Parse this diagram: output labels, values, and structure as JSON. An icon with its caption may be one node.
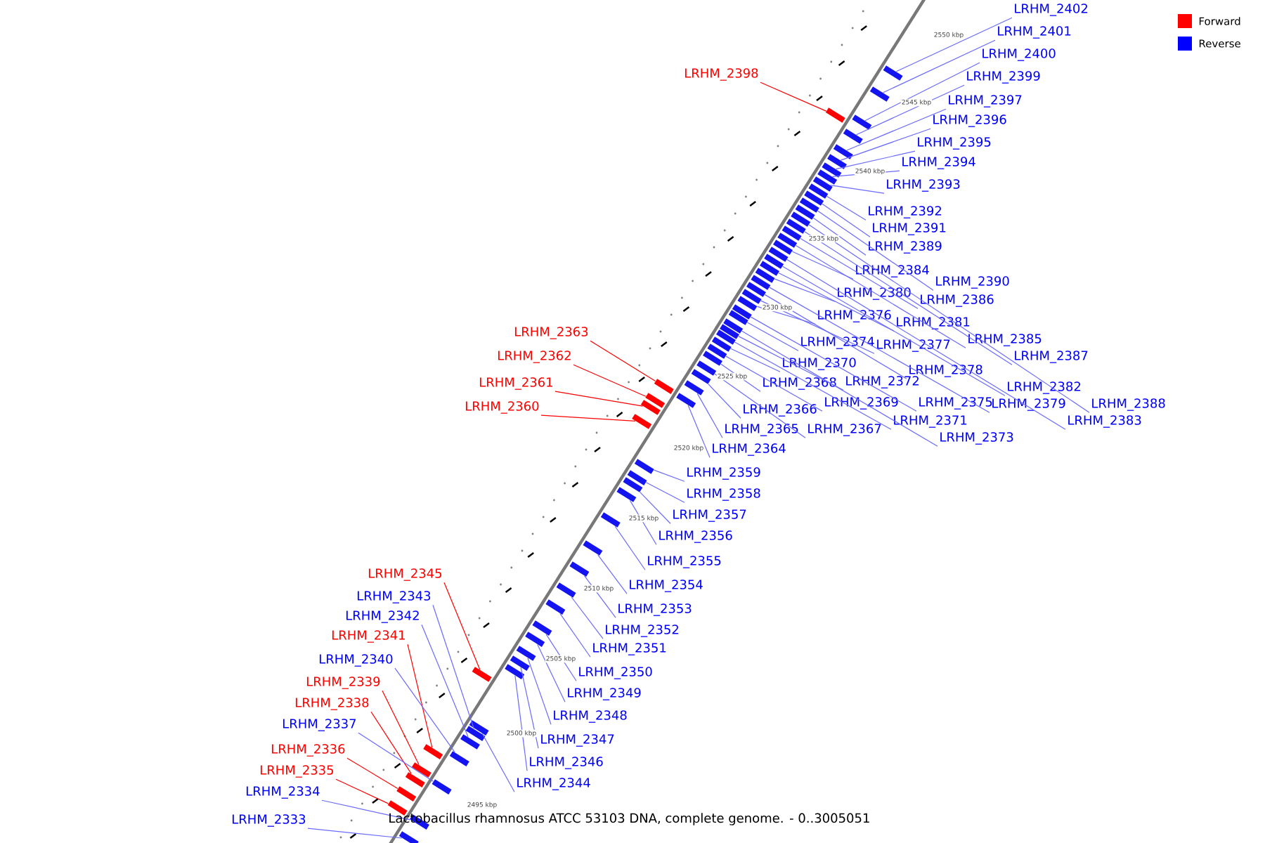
{
  "diagram": {
    "caption": "Lactobacillus rhamnosus ATCC 53103 DNA, complete genome. - 0..3005051",
    "nodes": [
      {
        "text": [
          "LRHM_2402"
        ]
      },
      {
        "text": [
          "LRHM_2401"
        ]
      },
      {
        "text": [
          "LRHM_2400"
        ]
      },
      {
        "text": [
          "LRHM_2398"
        ]
      },
      {
        "text": [
          "LRHM_2399"
        ]
      },
      {
        "text": [
          "LRHM_2397"
        ]
      },
      {
        "text": [
          "LRHM_2396"
        ]
      },
      {
        "text": [
          "LRHM_2395"
        ]
      },
      {
        "text": [
          "LRHM_2394"
        ]
      },
      {
        "text": [
          "LRHM_2393"
        ]
      },
      {
        "text": [
          "LRHM_2392"
        ]
      },
      {
        "text": [
          "LRHM_2391"
        ]
      },
      {
        "text": [
          "LRHM_2389"
        ]
      },
      {
        "text": [
          "LRHM_2384"
        ]
      },
      {
        "text": [
          "LRHM_2390"
        ]
      },
      {
        "text": [
          "LRHM_2380"
        ]
      },
      {
        "text": [
          "LRHM_2386"
        ]
      },
      {
        "text": [
          "LRHM_2376"
        ]
      },
      {
        "text": [
          "LRHM_2381"
        ]
      },
      {
        "text": [
          "LRHM_2363"
        ]
      },
      {
        "text": [
          "LRHM_2385"
        ]
      },
      {
        "text": [
          "LRHM_2374"
        ]
      },
      {
        "text": [
          "LRHM_2377"
        ]
      },
      {
        "text": [
          "LRHM_2362"
        ]
      },
      {
        "text": [
          "LRHM_2387"
        ]
      },
      {
        "text": [
          "LRHM_2370"
        ]
      },
      {
        "text": [
          "LRHM_2378"
        ]
      },
      {
        "text": [
          "LRHM_2368"
        ]
      },
      {
        "text": [
          "LRHM_2372"
        ]
      },
      {
        "text": [
          "LRHM_2361"
        ]
      },
      {
        "text": [
          "LRHM_2382"
        ]
      },
      {
        "text": [
          "LRHM_2366"
        ]
      },
      {
        "text": [
          "LRHM_2369"
        ]
      },
      {
        "text": [
          "LRHM_2375"
        ]
      },
      {
        "text": [
          "LRHM_2379"
        ]
      },
      {
        "text": [
          "LRHM_2388"
        ]
      },
      {
        "text": [
          "LRHM_2360"
        ]
      },
      {
        "text": [
          "LRHM_2371"
        ]
      },
      {
        "text": [
          "LRHM_2383"
        ]
      },
      {
        "text": [
          "LRHM_2365"
        ]
      },
      {
        "text": [
          "LRHM_2367"
        ]
      },
      {
        "text": [
          "LRHM_2373"
        ]
      },
      {
        "text": [
          "LRHM_2364"
        ]
      },
      {
        "text": [
          "LRHM_2359"
        ]
      },
      {
        "text": [
          "LRHM_2358"
        ]
      },
      {
        "text": [
          "LRHM_2357"
        ]
      },
      {
        "text": [
          "LRHM_2356"
        ]
      },
      {
        "text": [
          "LRHM_2355"
        ]
      },
      {
        "text": [
          "LRHM_2345"
        ]
      },
      {
        "text": [
          "LRHM_2354"
        ]
      },
      {
        "text": [
          "LRHM_2343"
        ]
      },
      {
        "text": [
          "LRHM_2353"
        ]
      },
      {
        "text": [
          "LRHM_2342"
        ]
      },
      {
        "text": [
          "LRHM_2352"
        ]
      },
      {
        "text": [
          "LRHM_2341"
        ]
      },
      {
        "text": [
          "LRHM_2351"
        ]
      },
      {
        "text": [
          "LRHM_2340"
        ]
      },
      {
        "text": [
          "LRHM_2350"
        ]
      },
      {
        "text": [
          "LRHM_2339"
        ]
      },
      {
        "text": [
          "LRHM_2349"
        ]
      },
      {
        "text": [
          "LRHM_2338"
        ]
      },
      {
        "text": [
          "LRHM_2348"
        ]
      },
      {
        "text": [
          "LRHM_2337"
        ]
      },
      {
        "text": [
          "LRHM_2347"
        ]
      },
      {
        "text": [
          "LRHM_2336"
        ]
      },
      {
        "text": [
          "LRHM_2346"
        ]
      },
      {
        "text": [
          "LRHM_2335"
        ]
      },
      {
        "text": [
          "LRHM_2344"
        ]
      },
      {
        "text": [
          "LRHM_2334"
        ]
      },
      {
        "text": [
          "LRHM_2333"
        ]
      },
      {
        "text": [],
        "shape": "box"
      },
      {
        "text": [],
        "shape": "box"
      },
      {
        "text": [],
        "shape": "box"
      },
      {
        "text": [],
        "shape": "box"
      },
      {
        "text": [],
        "shape": "box"
      },
      {
        "text": [],
        "shape": "box"
      },
      {
        "text": [],
        "shape": "box"
      },
      {
        "text": [],
        "shape": "box"
      },
      {
        "text": [],
        "shape": "box"
      },
      {
        "text": [],
        "shape": "box"
      },
      {
        "text": [],
        "shape": "box"
      },
      {
        "text": [],
        "shape": "box"
      },
      {
        "text": [],
        "shape": "box"
      },
      {
        "text": [],
        "shape": "box"
      },
      {
        "text": [],
        "shape": "box"
      },
      {
        "text": [],
        "shape": "box"
      },
      {
        "text": [],
        "shape": "box"
      },
      {
        "text": [],
        "shape": "box"
      },
      {
        "text": [],
        "shape": "box"
      },
      {
        "text": [],
        "shape": "box"
      },
      {
        "text": [],
        "shape": "box"
      },
      {
        "text": [],
        "shape": "box"
      },
      {
        "text": [],
        "shape": "box"
      },
      {
        "text": [],
        "shape": "box"
      },
      {
        "text": [],
        "shape": "box"
      },
      {
        "text": [],
        "shape": "box"
      },
      {
        "text": [],
        "shape": "box"
      },
      {
        "text": [],
        "shape": "box"
      },
      {
        "text": [],
        "shape": "box"
      },
      {
        "text": [],
        "shape": "box"
      },
      {
        "text": [],
        "shape": "box"
      },
      {
        "text": [],
        "shape": "box"
      },
      {
        "text": [],
        "shape": "box"
      },
      {
        "text": [],
        "shape": "box"
      },
      {
        "text": [],
        "shape": "box"
      },
      {
        "text": [],
        "shape": "box"
      },
      {
        "text": [],
        "shape": "box"
      },
      {
        "text": [],
        "shape": "box"
      },
      {
        "text": [],
        "shape": "box"
      },
      {
        "text": [],
        "shape": "box"
      },
      {
        "text": [],
        "shape": "box"
      },
      {
        "text": [],
        "shape": "box"
      },
      {
        "text": [],
        "shape": "box"
      },
      {
        "text": [],
        "shape": "box"
      },
      {
        "text": [],
        "shape": "box"
      },
      {
        "text": [],
        "shape": "box"
      },
      {
        "text": [],
        "shape": "box"
      },
      {
        "text": [],
        "shape": "box"
      },
      {
        "text": [],
        "shape": "box"
      },
      {
        "text": [],
        "shape": "box"
      },
      {
        "text": [],
        "shape": "box"
      },
      {
        "text": [],
        "shape": "box"
      },
      {
        "text": [],
        "shape": "box"
      },
      {
        "text": [],
        "shape": "box"
      },
      {
        "text": [],
        "shape": "box"
      },
      {
        "text": [],
        "shape": "box"
      },
      {
        "text": [],
        "shape": "box"
      },
      {
        "text": [],
        "shape": "box"
      },
      {
        "text": [],
        "shape": "box"
      },
      {
        "text": [],
        "shape": "box"
      },
      {
        "text": [],
        "shape": "box"
      },
      {
        "text": [],
        "shape": "box"
      },
      {
        "text": [],
        "shape": "box"
      },
      {
        "text": [],
        "shape": "box"
      },
      {
        "text": [],
        "shape": "box"
      },
      {
        "text": [],
        "shape": "box"
      },
      {
        "text": [],
        "shape": "box"
      },
      {
        "text": [],
        "shape": "box"
      },
      {
        "text": [],
        "shape": "box"
      },
      {
        "text": [],
        "shape": "box"
      }
    ],
    "edges": [
      {
        "from": 0,
        "to": 70,
        "arrow": "none"
      },
      {
        "from": 1,
        "to": 71,
        "arrow": "none"
      },
      {
        "from": 2,
        "to": 72,
        "arrow": "none"
      },
      {
        "from": 3,
        "to": 73,
        "arrow": "none",
        "color": "#ff0000"
      },
      {
        "from": 4,
        "to": 74,
        "arrow": "none"
      },
      {
        "from": 5,
        "to": 75,
        "arrow": "none"
      },
      {
        "from": 6,
        "to": 76,
        "arrow": "none"
      },
      {
        "from": 7,
        "to": 77,
        "arrow": "none"
      },
      {
        "from": 8,
        "to": 78,
        "arrow": "none"
      },
      {
        "from": 9,
        "to": 79,
        "arrow": "none"
      },
      {
        "from": 10,
        "to": 80,
        "arrow": "none"
      },
      {
        "from": 11,
        "to": 81,
        "arrow": "none"
      },
      {
        "from": 12,
        "to": 82,
        "arrow": "none"
      },
      {
        "from": 13,
        "to": 83,
        "arrow": "none"
      },
      {
        "from": 14,
        "to": 84,
        "arrow": "none"
      },
      {
        "from": 15,
        "to": 85,
        "arrow": "none"
      },
      {
        "from": 16,
        "to": 86,
        "arrow": "none"
      },
      {
        "from": 17,
        "to": 87,
        "arrow": "none"
      },
      {
        "from": 18,
        "to": 88,
        "arrow": "none"
      },
      {
        "from": 19,
        "to": 89,
        "arrow": "none",
        "color": "#ff0000"
      },
      {
        "from": 20,
        "to": 90,
        "arrow": "none"
      },
      {
        "from": 21,
        "to": 91,
        "arrow": "none"
      },
      {
        "from": 22,
        "to": 92,
        "arrow": "none"
      },
      {
        "from": 23,
        "to": 93,
        "arrow": "none",
        "color": "#ff0000"
      },
      {
        "from": 24,
        "to": 94,
        "arrow": "none"
      },
      {
        "from": 25,
        "to": 95,
        "arrow": "none"
      },
      {
        "from": 26,
        "to": 96,
        "arrow": "none"
      },
      {
        "from": 27,
        "to": 97,
        "arrow": "none"
      },
      {
        "from": 28,
        "to": 98,
        "arrow": "none"
      },
      {
        "from": 29,
        "to": 99,
        "arrow": "none",
        "color": "#ff0000"
      },
      {
        "from": 30,
        "to": 100,
        "arrow": "none"
      },
      {
        "from": 31,
        "to": 101,
        "arrow": "none"
      },
      {
        "from": 32,
        "to": 102,
        "arrow": "none"
      },
      {
        "from": 33,
        "to": 103,
        "arrow": "none"
      },
      {
        "from": 34,
        "to": 104,
        "arrow": "none"
      },
      {
        "from": 35,
        "to": 105,
        "arrow": "none"
      },
      {
        "from": 36,
        "to": 106,
        "arrow": "none",
        "color": "#ff0000"
      },
      {
        "from": 37,
        "to": 107,
        "arrow": "none"
      },
      {
        "from": 38,
        "to": 108,
        "arrow": "none"
      },
      {
        "from": 39,
        "to": 109,
        "arrow": "none"
      },
      {
        "from": 40,
        "to": 110,
        "arrow": "none"
      },
      {
        "from": 41,
        "to": 111,
        "arrow": "none"
      },
      {
        "from": 42,
        "to": 112,
        "arrow": "none"
      },
      {
        "from": 43,
        "to": 113,
        "arrow": "none"
      },
      {
        "from": 44,
        "to": 114,
        "arrow": "none"
      },
      {
        "from": 45,
        "to": 115,
        "arrow": "none"
      },
      {
        "from": 46,
        "to": 116,
        "arrow": "none"
      },
      {
        "from": 47,
        "to": 117,
        "arrow": "none"
      },
      {
        "from": 48,
        "to": 118,
        "arrow": "none",
        "color": "#ff0000"
      },
      {
        "from": 49,
        "to": 119,
        "arrow": "none"
      },
      {
        "from": 50,
        "to": 120,
        "arrow": "none"
      },
      {
        "from": 51,
        "to": 121,
        "arrow": "none"
      },
      {
        "from": 52,
        "to": 122,
        "arrow": "none"
      },
      {
        "from": 53,
        "to": 123,
        "arrow": "none"
      },
      {
        "from": 54,
        "to": 124,
        "arrow": "none",
        "color": "#ff0000"
      },
      {
        "from": 55,
        "to": 125,
        "arrow": "none"
      },
      {
        "from": 56,
        "to": 126,
        "arrow": "none"
      },
      {
        "from": 57,
        "to": 127,
        "arrow": "none"
      },
      {
        "from": 58,
        "to": 128,
        "arrow": "none",
        "color": "#ff0000"
      },
      {
        "from": 59,
        "to": 129,
        "arrow": "none"
      },
      {
        "from": 60,
        "to": 130,
        "arrow": "none",
        "color": "#ff0000"
      },
      {
        "from": 61,
        "to": 131,
        "arrow": "none"
      },
      {
        "from": 62,
        "to": 132,
        "arrow": "none"
      },
      {
        "from": 63,
        "to": 133,
        "arrow": "none"
      },
      {
        "from": 64,
        "to": 134,
        "arrow": "none",
        "color": "#ff0000"
      },
      {
        "from": 65,
        "to": 135,
        "arrow": "none"
      },
      {
        "from": 66,
        "to": 136,
        "arrow": "none",
        "color": "#ff0000"
      },
      {
        "from": 67,
        "to": 137,
        "arrow": "none"
      },
      {
        "from": 68,
        "to": 138,
        "arrow": "none"
      },
      {
        "from": 69,
        "to": 139,
        "arrow": "none"
      }
    ],
    "labels": [
      "2550 kbp",
      "2545 kbp",
      "2540 kbp",
      "2535 kbp",
      "2530 kbp",
      "2525 kbp",
      "2520 kbp",
      "2515 kbp",
      "2510 kbp",
      "2505 kbp",
      "2500 kbp",
      "2495 kbp"
    ],
    "legend": [
      {
        "text": "Forward",
        "color": "#ff0000"
      },
      {
        "text": "Reverse",
        "color": "#0000ff"
      }
    ]
  }
}
